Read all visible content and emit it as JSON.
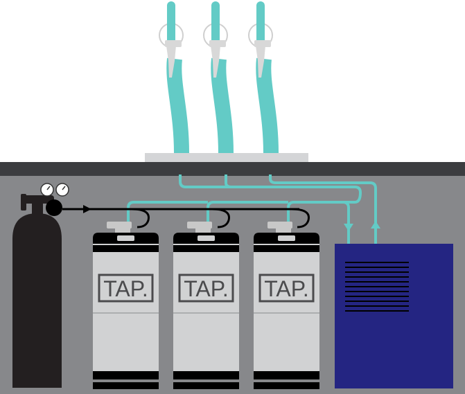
{
  "kegs": [
    {
      "label": "TAP."
    },
    {
      "label": "TAP."
    },
    {
      "label": "TAP."
    }
  ],
  "faucet_count": 3,
  "colors": {
    "counter": "#3c3d40",
    "cabinet": "#87888b",
    "drip_tray": "#d4d5d7",
    "beer_line": "#63cbc6",
    "faucet_handle": "#63cbc6",
    "faucet_body": "#d8d8d8",
    "co2_tank": "#231f20",
    "gas_line": "#000000",
    "keg_body": "#d1d2d3",
    "keg_band": "#000000",
    "keg_label_border": "#4b4b4d",
    "keg_coupler": "#c8c8c8",
    "cooler": "#242582",
    "cooler_vent": "#000000",
    "gauge": "#ffffff"
  }
}
